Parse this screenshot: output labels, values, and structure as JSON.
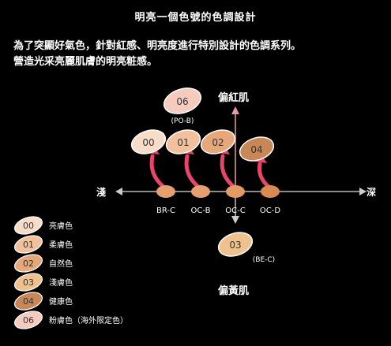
{
  "title": "明亮一個色號的色調設計",
  "description": [
    "為了突顯好氣色，針對紅感、明亮度進行特別設計的色調系列。",
    "營造光采亮麗肌膚的明亮粧感。"
  ],
  "axes": {
    "left": "淺",
    "right": "深",
    "top": "偏紅肌",
    "bottom": "偏黃肌"
  },
  "base_labels": [
    "BR-C",
    "OC-B",
    "OC-C",
    "OC-D"
  ],
  "ovals": [
    {
      "code": "06",
      "sub": "(PO-B)",
      "color": "#f5cbbe"
    },
    {
      "code": "00",
      "sub": "",
      "color": "#f7dcc8"
    },
    {
      "code": "01",
      "sub": "",
      "color": "#f2c09c"
    },
    {
      "code": "02",
      "sub": "",
      "color": "#e6a77a"
    },
    {
      "code": "04",
      "sub": "",
      "color": "#c98656"
    },
    {
      "code": "03",
      "sub": "(BE-C)",
      "color": "#eec18d"
    }
  ],
  "legend": [
    {
      "code": "00",
      "label": "亮膚色",
      "color": "#f7dcc8"
    },
    {
      "code": "01",
      "label": "柔膚色",
      "color": "#f2c09c"
    },
    {
      "code": "02",
      "label": "自然色",
      "color": "#e6a77a"
    },
    {
      "code": "03",
      "label": "淺膚色",
      "color": "#eec18d"
    },
    {
      "code": "04",
      "label": "健康色",
      "color": "#c98656"
    },
    {
      "code": "06",
      "label": "粉膚色（海外限定色）",
      "color": "#f5cbbe"
    }
  ],
  "colors": {
    "background": "#000000",
    "arrow": "#e8456a",
    "axis": "#cccccc",
    "top_axis": "#f0a0a8",
    "dot": "#e6a070"
  }
}
